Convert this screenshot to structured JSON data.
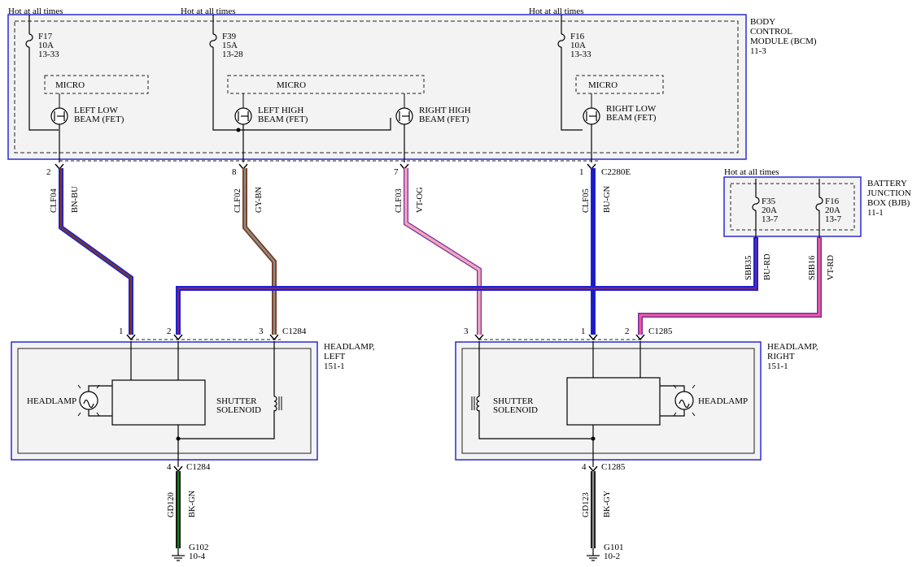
{
  "bcm": {
    "name_lines": [
      "BODY",
      "CONTROL",
      "MODULE (BCM)",
      "11-3"
    ]
  },
  "bjb": {
    "name_lines": [
      "BATTERY",
      "JUNCTION",
      "BOX (BJB)",
      "11-1"
    ]
  },
  "hot_label": "Hot at all times",
  "fuses": {
    "f17": {
      "lines": [
        "F17",
        "10A",
        "13-33"
      ]
    },
    "f39": {
      "lines": [
        "F39",
        "15A",
        "13-28"
      ]
    },
    "f16": {
      "lines": [
        "F16",
        "10A",
        "13-33"
      ]
    },
    "f35": {
      "lines": [
        "F35",
        "20A",
        "13-7"
      ]
    },
    "f16b": {
      "lines": [
        "F16",
        "20A",
        "13-7"
      ]
    }
  },
  "micro_label": "MICRO",
  "fets": {
    "left_low": [
      "LEFT LOW",
      "BEAM (FET)"
    ],
    "left_high": [
      "LEFT HIGH",
      "BEAM (FET)"
    ],
    "right_high": [
      "RIGHT HIGH",
      "BEAM (FET)"
    ],
    "right_low": [
      "RIGHT LOW",
      "BEAM (FET)"
    ]
  },
  "bcm_connector": "C2280E",
  "bcm_pins": [
    "2",
    "8",
    "7",
    "1"
  ],
  "circuits": {
    "clf04": {
      "circuit": "CLF04",
      "color": "BN-BU"
    },
    "clf02": {
      "circuit": "CLF02",
      "color": "GY-BN"
    },
    "clf03": {
      "circuit": "CLF03",
      "color": "VT-OG"
    },
    "clf05": {
      "circuit": "CLF05",
      "color": "BU-GN"
    },
    "sbb35": {
      "circuit": "SBB35",
      "color": "BU-RD"
    },
    "sbb16": {
      "circuit": "SBB16",
      "color": "VT-RD"
    },
    "gd120": {
      "circuit": "GD120",
      "color": "BK-GN"
    },
    "gd123": {
      "circuit": "GD123",
      "color": "BK-GY"
    }
  },
  "headlamp_left": {
    "name_lines": [
      "HEADLAMP,",
      "LEFT",
      "151-1"
    ],
    "connector": "C1284",
    "pins": [
      "1",
      "2",
      "3"
    ],
    "ground_pin": "4",
    "ground_connector": "C1284",
    "headlamp_label": "HEADLAMP",
    "solenoid_lines": [
      "SHUTTER",
      "SOLENOID"
    ]
  },
  "headlamp_right": {
    "name_lines": [
      "HEADLAMP,",
      "RIGHT",
      "151-1"
    ],
    "connector": "C1285",
    "pins": [
      "3",
      "1",
      "2"
    ],
    "ground_pin": "4",
    "ground_connector": "C1285",
    "headlamp_label": "HEADLAMP",
    "solenoid_lines": [
      "SHUTTER",
      "SOLENOID"
    ]
  },
  "grounds": {
    "left": {
      "lines": [
        "G102",
        "10-4"
      ]
    },
    "right": {
      "lines": [
        "G101",
        "10-2"
      ]
    }
  },
  "colors": {
    "module_border": "#2b2bd6",
    "module_fill": "#f3f3f3",
    "wire_brown": "#7a3b1c",
    "wire_blue": "#1f1fd0",
    "wire_gray": "#8c8c8c",
    "wire_violet": "#7a2da8",
    "wire_orange": "#f0a8b8",
    "wire_green": "#1a7a1a",
    "wire_red": "#e0205a",
    "wire_black": "#111111"
  }
}
